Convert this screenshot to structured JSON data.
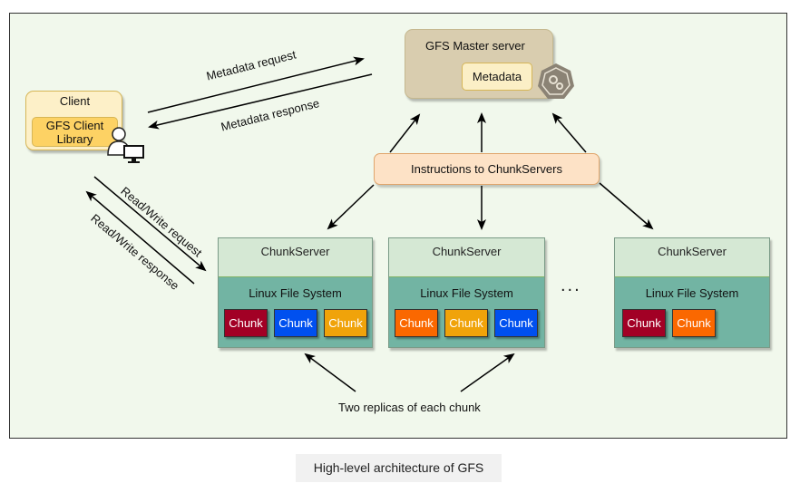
{
  "client": {
    "title": "Client",
    "library": "GFS Client Library",
    "user_icon": "user-computer-icon"
  },
  "master": {
    "title": "GFS Master server",
    "metadata": "Metadata",
    "icon": "hexagon-gear-icon"
  },
  "labels": {
    "metadata_request": "Metadata request",
    "metadata_response": "Metadata response",
    "rw_request": "Read/Write request",
    "rw_response": "Read/Write response",
    "instructions": "Instructions to ChunkServers",
    "replicas": "Two replicas of each chunk",
    "ellipsis": "..."
  },
  "chunkservers": [
    {
      "title": "ChunkServer",
      "fs": "Linux File System",
      "chunks": [
        {
          "label": "Chunk",
          "color": "#a20025"
        },
        {
          "label": "Chunk",
          "color": "#0050ef"
        },
        {
          "label": "Chunk",
          "color": "#f0a30a"
        }
      ]
    },
    {
      "title": "ChunkServer",
      "fs": "Linux File System",
      "chunks": [
        {
          "label": "Chunk",
          "color": "#fa6800"
        },
        {
          "label": "Chunk",
          "color": "#f0a30a"
        },
        {
          "label": "Chunk",
          "color": "#0050ef"
        }
      ]
    },
    {
      "title": "ChunkServer",
      "fs": "Linux File System",
      "chunks": [
        {
          "label": "Chunk",
          "color": "#a20025"
        },
        {
          "label": "Chunk",
          "color": "#fa6800"
        }
      ]
    }
  ],
  "caption": "High-level architecture of GFS"
}
